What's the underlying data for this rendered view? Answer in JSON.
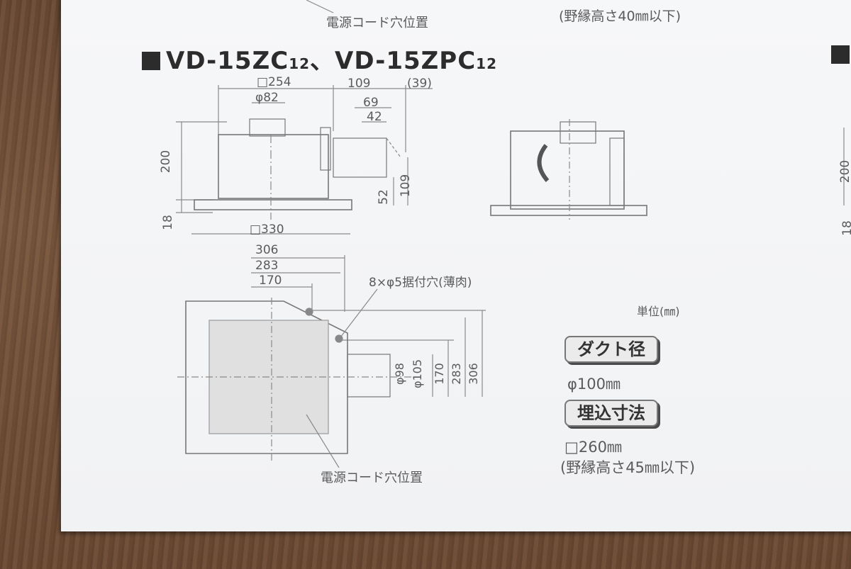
{
  "title": {
    "model_a": "VD-15ZC",
    "suffix_a": "12",
    "separator": "、",
    "model_b": "VD-15ZPC",
    "suffix_b": "12"
  },
  "top_fragment": {
    "cord_label": "電源コード穴位置",
    "ceiling_note": "(野縁高さ40㎜以下)"
  },
  "side_view": {
    "dims": {
      "width_254": "□254",
      "d109": "109",
      "d39": "(39)",
      "phi82": "φ82",
      "d69": "69",
      "d42": "42",
      "h200": "200",
      "h109": "109",
      "h52": "52",
      "h18": "18",
      "base330": "□330"
    }
  },
  "plan_view": {
    "dims": {
      "d306": "306",
      "d283": "283",
      "d170": "170",
      "phi98": "φ98",
      "phi105": "φ105",
      "v170": "170",
      "v283": "283",
      "v306": "306"
    },
    "mount_hole_label": "8×φ5据付穴(薄肉)",
    "cord_label": "電源コード穴位置"
  },
  "specs": {
    "unit": "単位(㎜)",
    "duct_label": "ダクト径",
    "duct_value": "φ100㎜",
    "embed_label": "埋込寸法",
    "embed_value": "□260㎜",
    "embed_note": "(野縁高さ45㎜以下)"
  },
  "right_edge": {
    "h200": "200",
    "h18": "18"
  }
}
